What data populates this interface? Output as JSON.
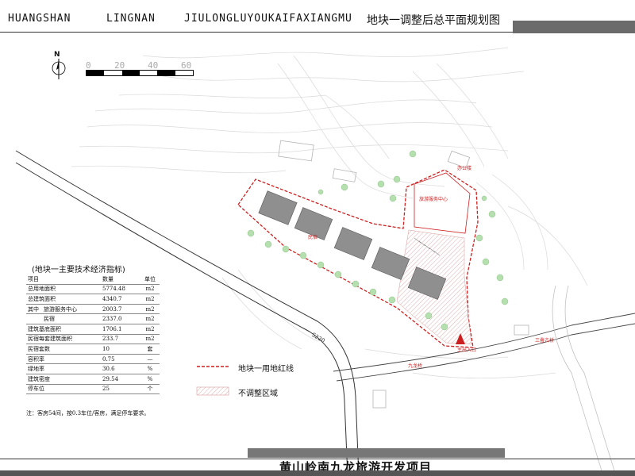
{
  "header": {
    "seg1": "HUANGSHAN",
    "seg2": "LINGNAN",
    "seg3": "JIULONGLUYOUKAIFAXIANGMU",
    "title_cn": "地块一调整后总平面规划图"
  },
  "north_label": "N",
  "scale_labels": [
    "0",
    "20",
    "40",
    "60"
  ],
  "table": {
    "title": "(地块一主要技术经济指标)",
    "head": {
      "item": "项目",
      "value": "数量",
      "unit": "单位"
    },
    "rows": [
      {
        "item": "总用地面积",
        "value": "5774.48",
        "unit": "m2"
      },
      {
        "item": "总建筑面积",
        "value": "4340.7",
        "unit": "m2"
      },
      {
        "group": "其中",
        "item": "旅游服务中心",
        "value": "2003.7",
        "unit": "m2"
      },
      {
        "item": "民宿",
        "value": "2337.0",
        "unit": "m2"
      },
      {
        "item": "建筑基底面积",
        "value": "1706.1",
        "unit": "m2"
      },
      {
        "item": "民宿每套建筑面积",
        "value": "233.7",
        "unit": "m2"
      },
      {
        "item": "民宿套数",
        "value": "10",
        "unit": "套"
      },
      {
        "item": "容积率",
        "value": "0.75",
        "unit": "—"
      },
      {
        "item": "绿地率",
        "value": "30.6",
        "unit": "%"
      },
      {
        "item": "建筑密度",
        "value": "29.54",
        "unit": "%"
      },
      {
        "item": "停车位",
        "value": "25",
        "unit": "个"
      }
    ],
    "note": "注：客房54间，按0.3车位/客房，满足停车要求。"
  },
  "legend": {
    "redline": "地块一用地红线",
    "hatch": "不调整区域"
  },
  "map_labels": {
    "service_center": "旅游服务中心",
    "office": "办公楼",
    "homestay": "民宿",
    "road_s220": "S220",
    "jiulong_bridge": "九龙桥",
    "sandie_bridge": "三叠古桥",
    "entrance": "主出入口"
  },
  "footer_title": "黄山岭南九龙旅游开发项目",
  "colors": {
    "red_line": "#cc1f1f",
    "building": "#8f8f8f",
    "green": "#b6dfb0"
  }
}
